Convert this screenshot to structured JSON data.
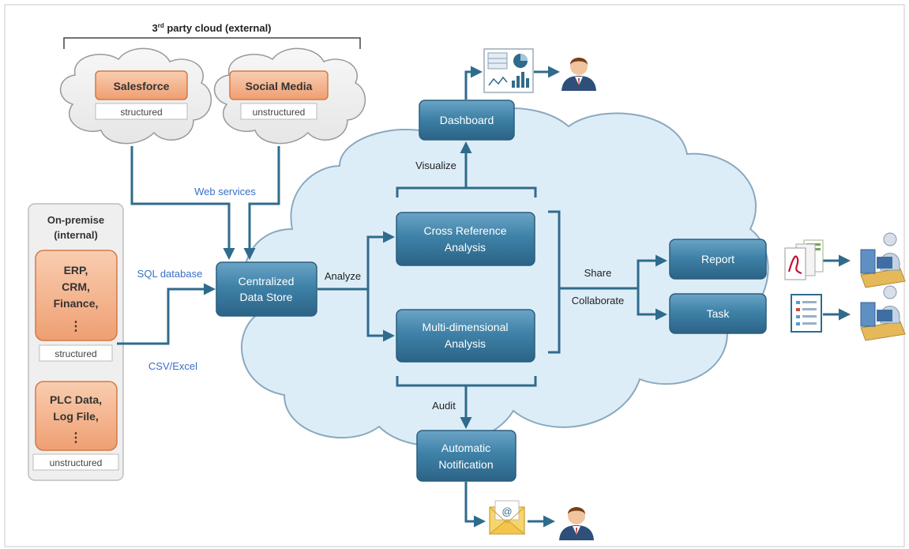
{
  "cloud_external": {
    "label_prefix": "3",
    "label_sup": "rd",
    "label_rest": " party cloud (external)",
    "salesforce": {
      "title": "Salesforce",
      "tag": "structured"
    },
    "social": {
      "title": "Social Media",
      "tag": "unstructured"
    }
  },
  "on_premise": {
    "title_line1": "On-premise",
    "title_line2": "(internal)",
    "group1": {
      "lines": [
        "ERP,",
        "CRM,",
        "Finance,"
      ],
      "ellipsis": "⋮",
      "tag": "structured"
    },
    "group2": {
      "lines": [
        "PLC Data,",
        "Log File,"
      ],
      "ellipsis": "⋮",
      "tag": "unstructured"
    }
  },
  "connectors": {
    "web_services": "Web services",
    "sql_database": "SQL database",
    "csv_excel": "CSV/Excel",
    "analyze": "Analyze",
    "visualize": "Visualize",
    "audit": "Audit",
    "share": "Share",
    "collaborate": "Collaborate"
  },
  "nodes": {
    "data_store": [
      "Centralized",
      "Data Store"
    ],
    "cross_ref": [
      "Cross Reference",
      "Analysis"
    ],
    "multi_dim": [
      "Multi-dimensional",
      "Analysis"
    ],
    "dashboard": [
      "Dashboard"
    ],
    "notification": [
      "Automatic",
      "Notification"
    ],
    "report": [
      "Report"
    ],
    "task": [
      "Task"
    ]
  },
  "icons": [
    "dashboard-chart-icon",
    "user-icon",
    "pdf-document-icon",
    "checklist-icon",
    "email-icon",
    "workstation-user-icon"
  ],
  "colors": {
    "node_fill": "#3c7ea3",
    "node_stroke": "#2b5f7d",
    "arrow": "#2f6b8c",
    "cloud_fill": "#deedf7",
    "orange_fill": "#f3ae84",
    "label_blue": "#3a6fc8"
  }
}
